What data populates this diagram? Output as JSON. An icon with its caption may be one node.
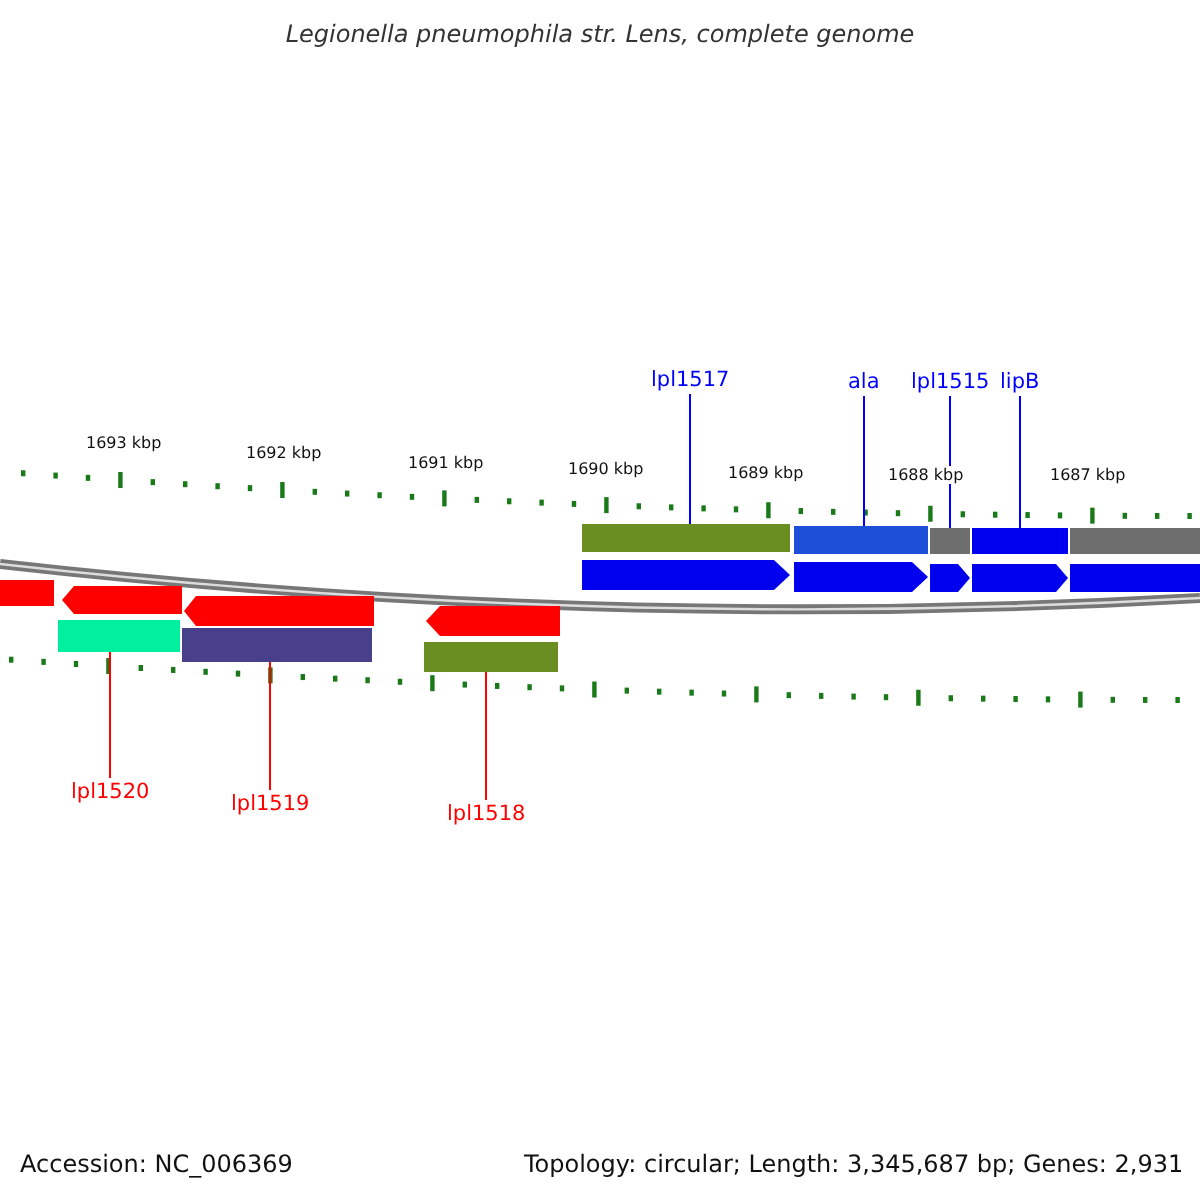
{
  "diagram": {
    "title": "Legionella pneumophila str. Lens, complete genome",
    "nodes": [
      {
        "text": [
          "lpl1517"
        ]
      },
      {
        "text": [
          "ala"
        ]
      },
      {
        "text": [
          "lpl1515"
        ]
      },
      {
        "text": [
          "lipB"
        ]
      },
      {
        "text": [],
        "shape": "bar"
      },
      {
        "text": [],
        "shape": "bar"
      },
      {
        "text": [],
        "shape": "bar"
      },
      {
        "text": [],
        "shape": "bar"
      },
      {
        "text": [],
        "shape": "bar"
      },
      {
        "text": [],
        "shape": "bar"
      },
      {
        "text": [],
        "shape": "bar"
      },
      {
        "text": [
          "lpl1520"
        ]
      },
      {
        "text": [
          "lpl1519"
        ]
      },
      {
        "text": [
          "lpl1518"
        ]
      }
    ],
    "edges": [
      {
        "from": 0,
        "to": 4,
        "arrow": "none"
      },
      {
        "from": 1,
        "to": 5,
        "arrow": "none"
      },
      {
        "from": 2,
        "to": 6,
        "arrow": "none"
      },
      {
        "from": 3,
        "to": 7,
        "arrow": "none"
      },
      {
        "from": 11,
        "to": 8,
        "arrow": "none",
        "color": "#ff0000"
      },
      {
        "from": 12,
        "to": 9,
        "arrow": "none",
        "color": "#ff0000"
      },
      {
        "from": 13,
        "to": 10,
        "arrow": "none",
        "color": "#ff0000"
      }
    ],
    "labels": [
      "1693 kbp",
      "1692 kbp",
      "1691 kbp",
      "1690 kbp",
      "1689 kbp",
      "1688 kbp",
      "1687 kbp",
      "Accession: NC_006369",
      "Topology: circular; Length: 3,345,687 bp; Genes: 2,931"
    ]
  }
}
